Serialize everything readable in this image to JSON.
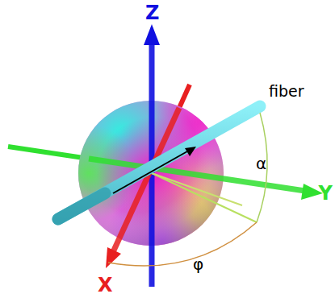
{
  "diagram": {
    "labels": [
      "Z",
      "fiber",
      "α",
      "Y",
      "X",
      "φ"
    ]
  }
}
